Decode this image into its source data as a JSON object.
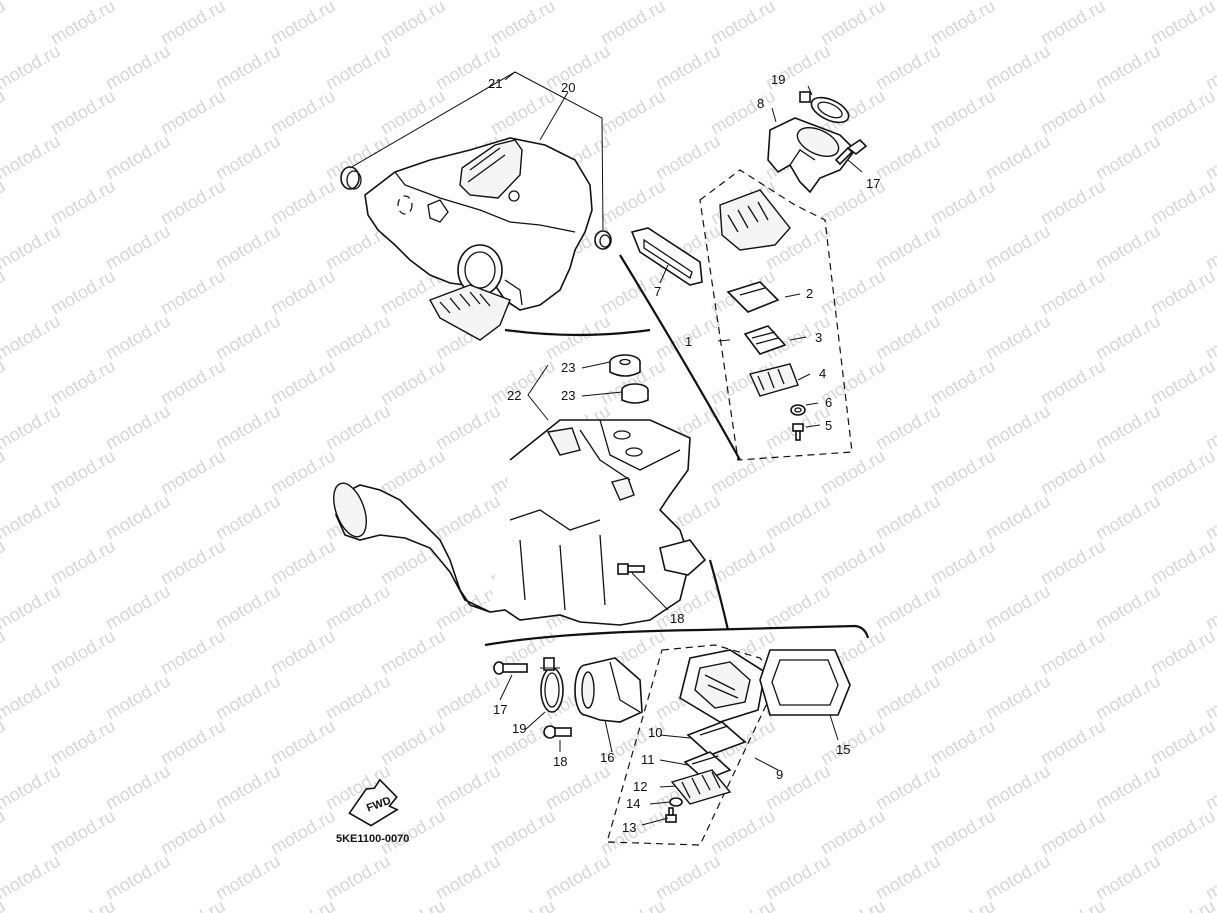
{
  "watermark": "motod.ru",
  "diagram_code": "5KE1100-0070",
  "fwd_label": "FWD",
  "callouts": {
    "c1": "1",
    "c2": "2",
    "c3": "3",
    "c4": "4",
    "c5": "5",
    "c6": "6",
    "c7": "7",
    "c8": "8",
    "c9": "9",
    "c10": "10",
    "c11": "11",
    "c12": "12",
    "c13": "13",
    "c14": "14",
    "c15": "15",
    "c16": "16",
    "c17a": "17",
    "c17b": "17",
    "c18a": "18",
    "c18b": "18",
    "c19a": "19",
    "c19b": "19",
    "c20": "20",
    "c21": "21",
    "c22": "22",
    "c23a": "23",
    "c23b": "23"
  }
}
